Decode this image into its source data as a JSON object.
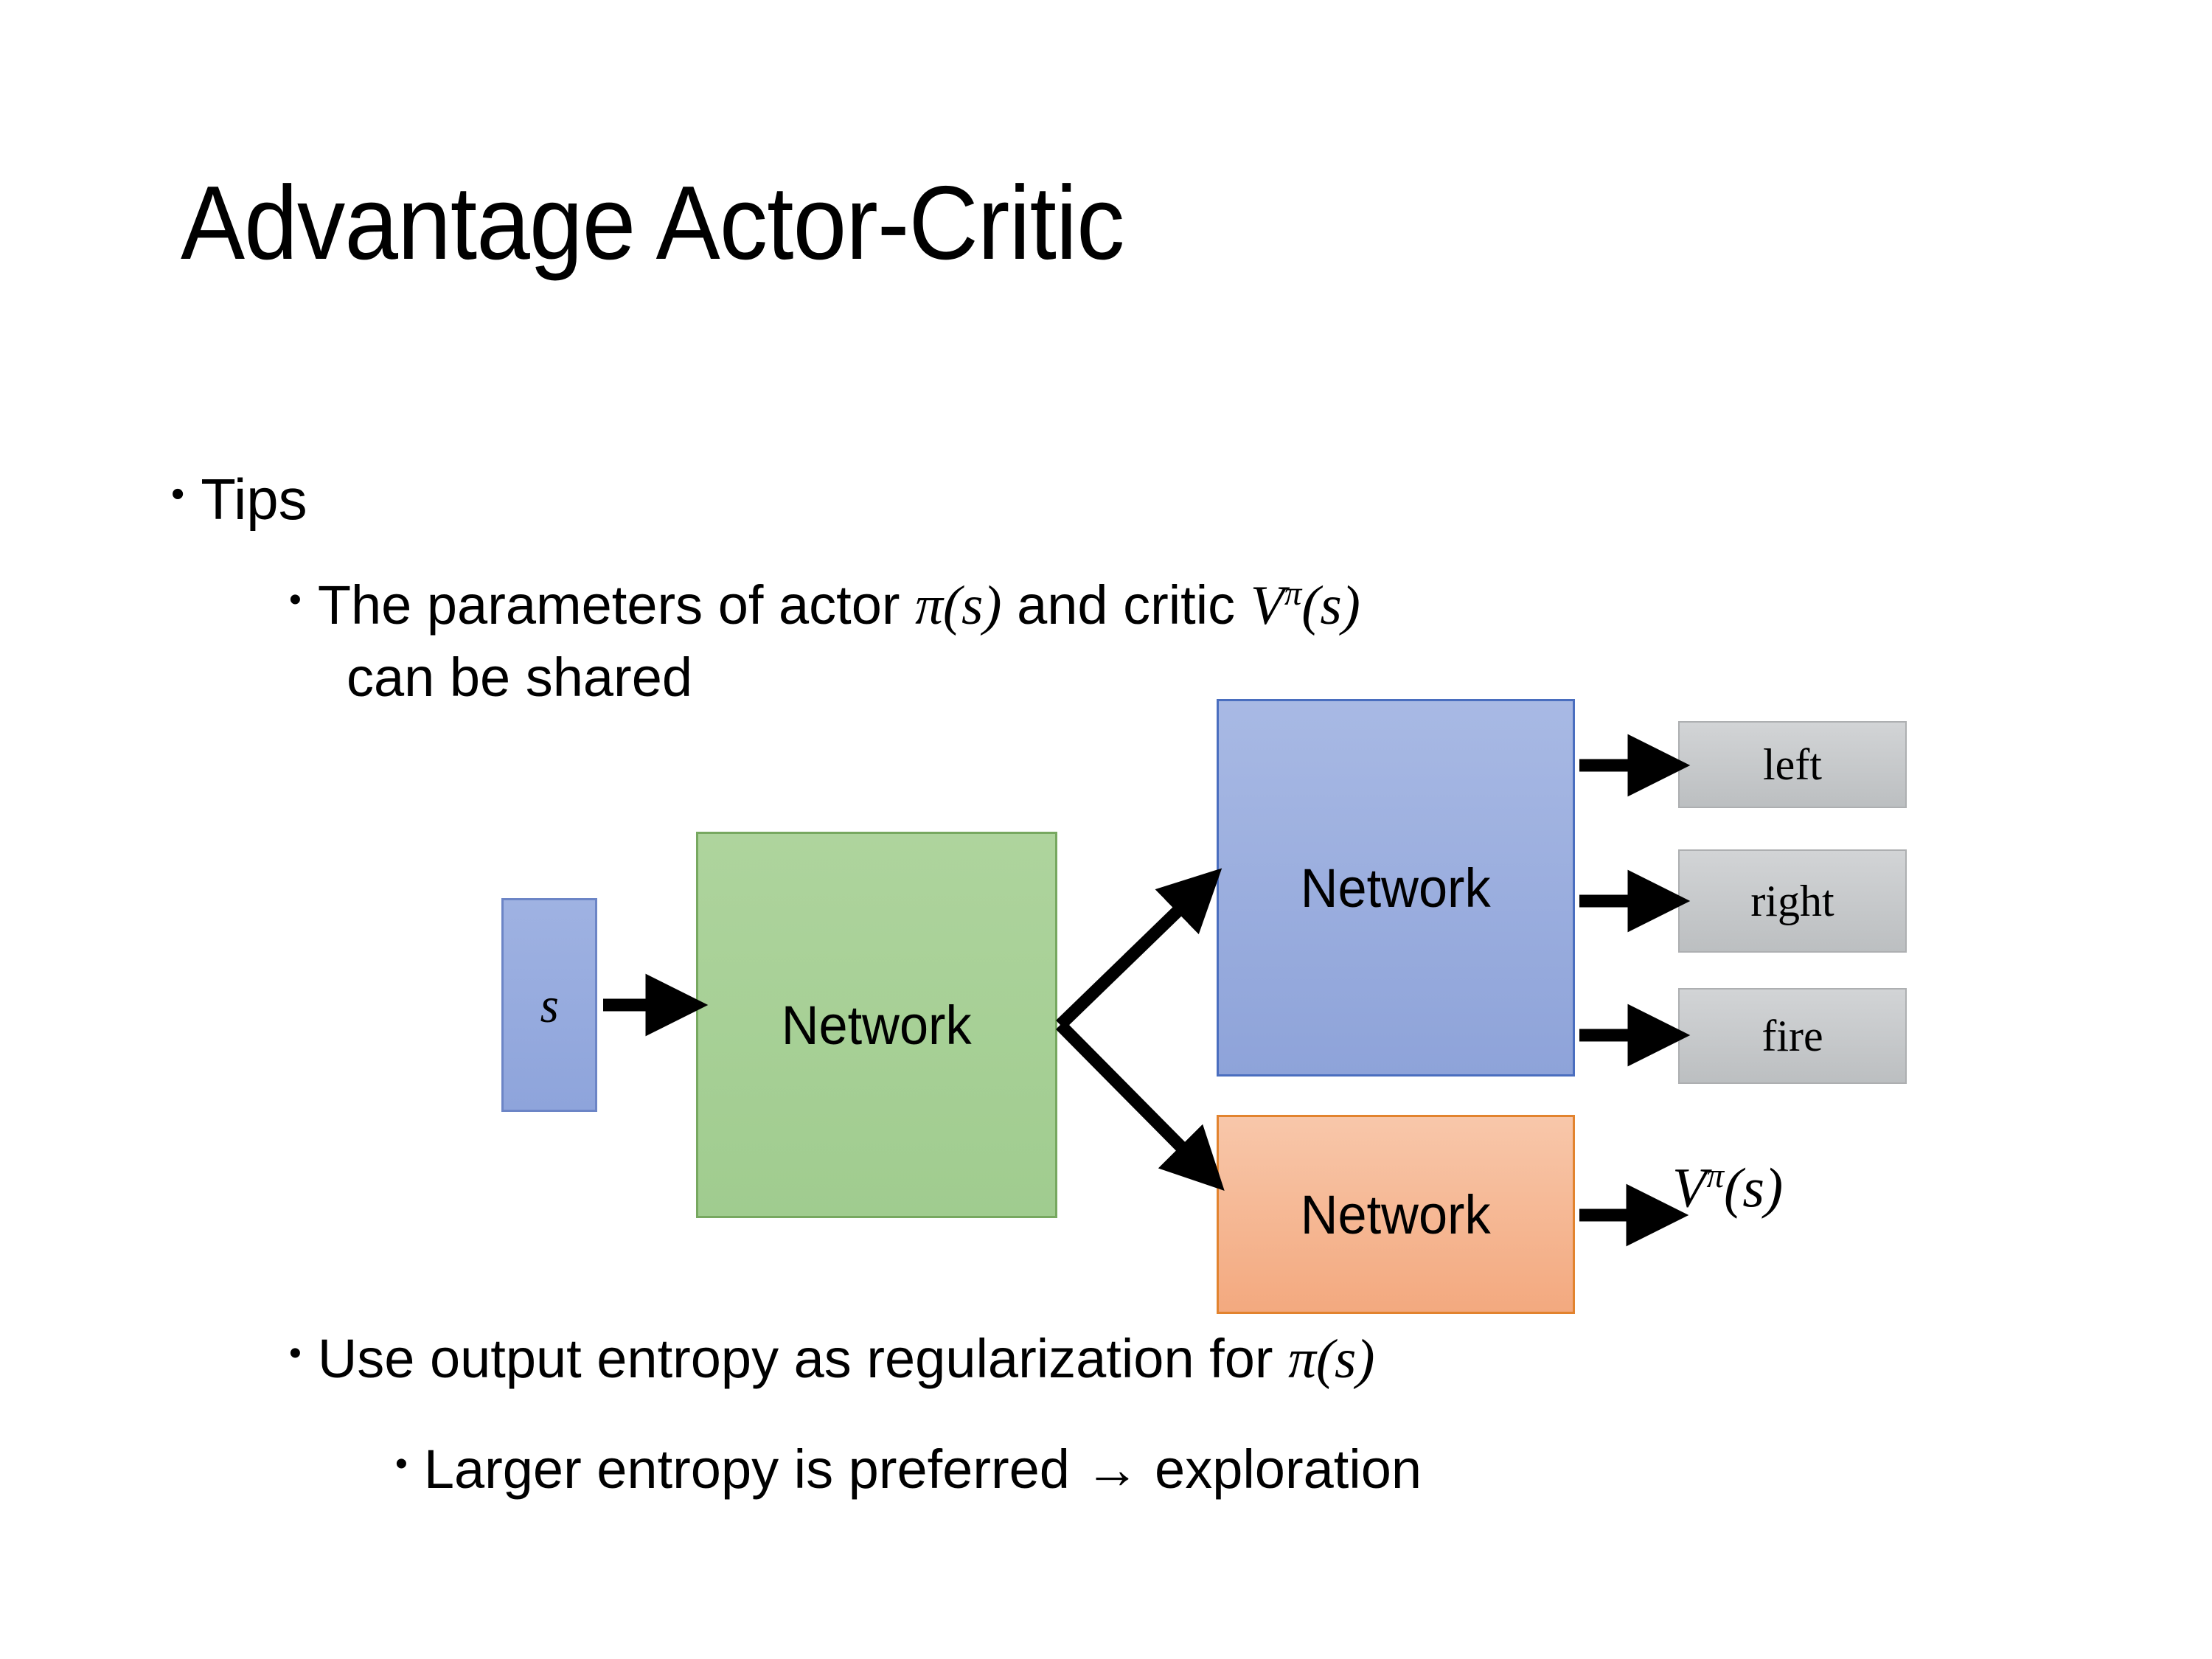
{
  "slide": {
    "title": "Advantage Actor-Critic"
  },
  "bullets": {
    "tips": {
      "marker": "•",
      "text": "Tips"
    },
    "parameters": {
      "marker": "•",
      "lead": "The parameters of actor ",
      "math_actor": "π(s)",
      "middle": " and critic ",
      "math_critic_base": "V",
      "math_critic_sup": "π",
      "math_critic_arg": "(s)",
      "line2": "can be shared"
    },
    "entropy": {
      "marker": "•",
      "lead": "Use output entropy as regularization for ",
      "math": "π(s)"
    },
    "larger": {
      "marker": "•",
      "text": "Larger entropy is preferred → exploration"
    }
  },
  "diagram": {
    "state_box": {
      "label": "s",
      "color": "#96AADE",
      "border": "#6C85C6"
    },
    "shared_network": {
      "label": "Network",
      "color": "#A8CF99",
      "border": "#77A860"
    },
    "actor_network": {
      "label": "Network",
      "color": "#9AAFDF",
      "border": "#4A6EBF"
    },
    "critic_network": {
      "label": "Network",
      "color": "#F5BC9A",
      "border": "#E2832E"
    },
    "actions": [
      {
        "label": "left",
        "color": "#C6C9CB"
      },
      {
        "label": "right",
        "color": "#C6C9CB"
      },
      {
        "label": "fire",
        "color": "#C6C9CB"
      }
    ],
    "value_output": {
      "base": "V",
      "sup": "π",
      "arg": "(s)"
    },
    "arrow_color": "#000000"
  }
}
